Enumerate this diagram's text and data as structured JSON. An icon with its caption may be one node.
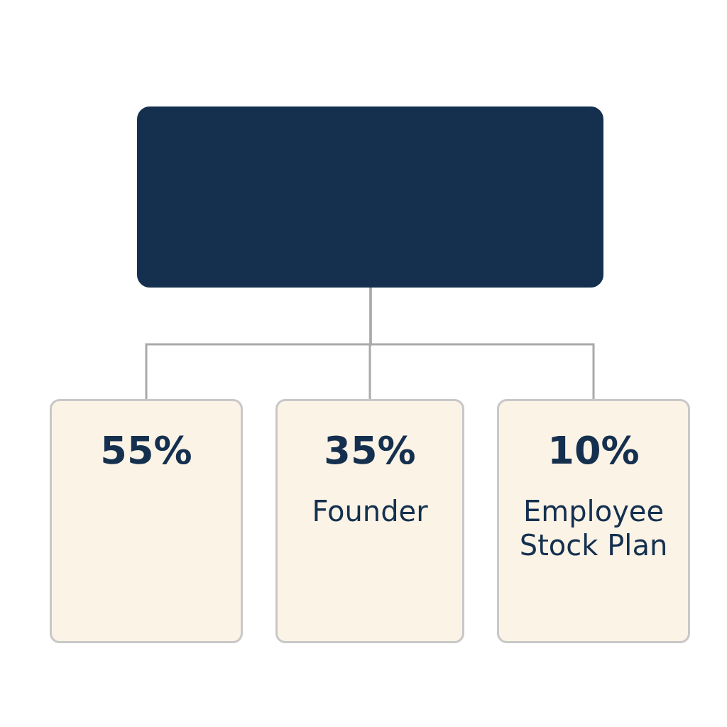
{
  "diagram": {
    "nodes": [
      {
        "text": [],
        "shape": "box"
      },
      {
        "text": [
          "55%"
        ]
      },
      {
        "text": [
          "35%",
          "Founder"
        ]
      },
      {
        "text": [
          "10%",
          "Employee Stock Plan"
        ]
      }
    ],
    "edges": [
      {
        "from": 0,
        "to": 1,
        "arrow": "none"
      },
      {
        "from": 0,
        "to": 2,
        "arrow": "none"
      },
      {
        "from": 0,
        "to": 3,
        "arrow": "none"
      }
    ]
  }
}
